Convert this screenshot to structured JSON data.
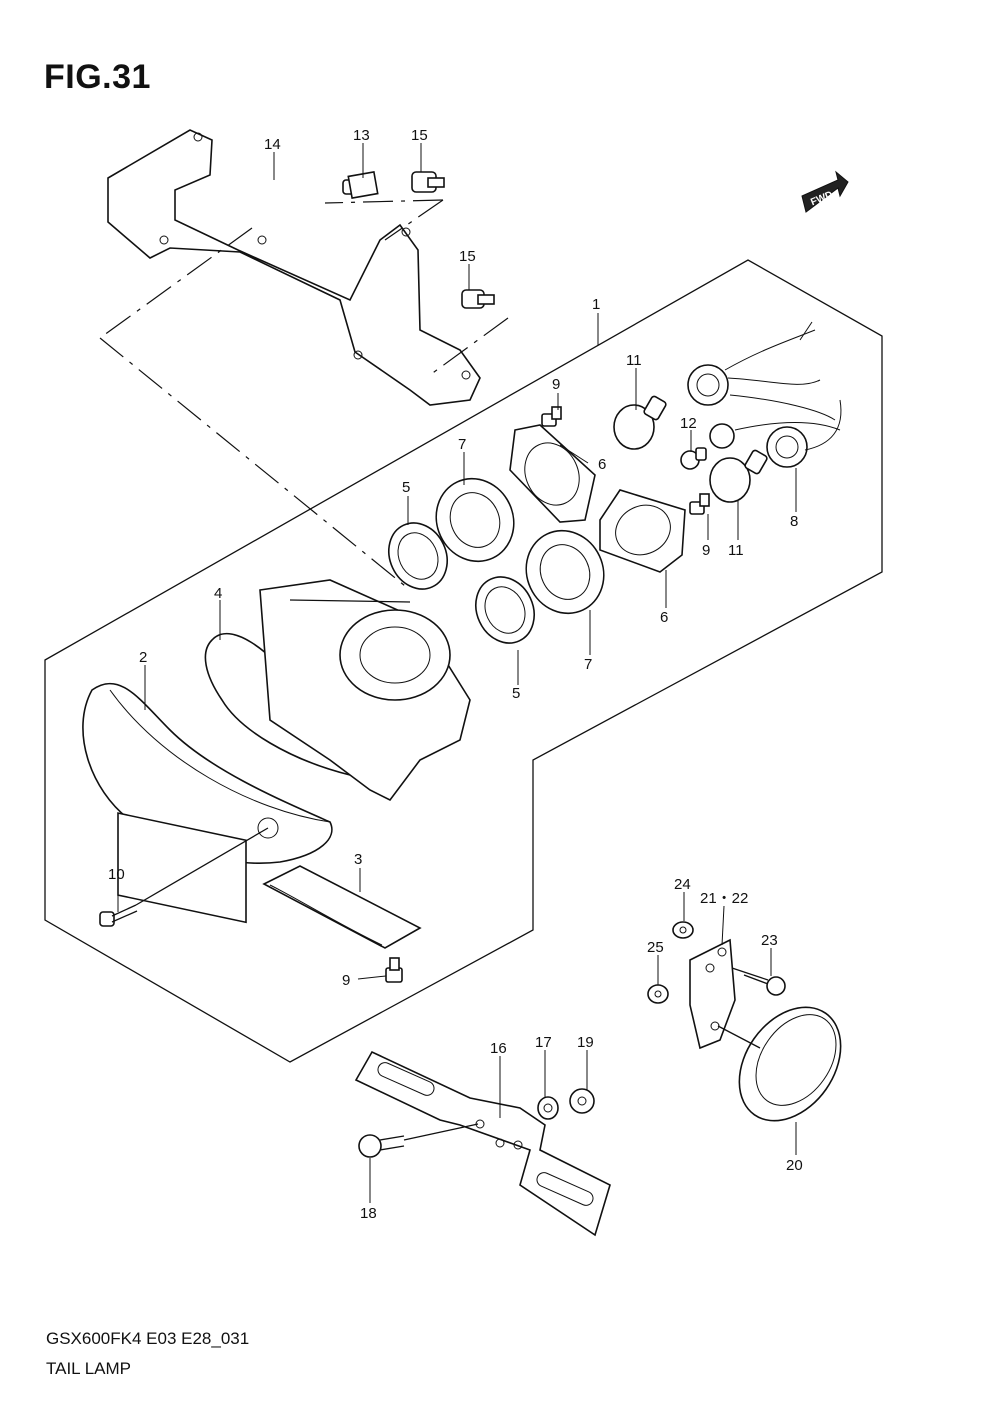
{
  "figure": {
    "title": "FIG.31",
    "fwd_label": "FWD"
  },
  "footer": {
    "model_code": "GSX600FK4 E03 E28_031",
    "section_name": "TAIL LAMP"
  },
  "callouts": {
    "c1": "1",
    "c2": "2",
    "c3": "3",
    "c4": "4",
    "c5a": "5",
    "c5b": "5",
    "c6a": "6",
    "c6b": "6",
    "c7a": "7",
    "c7b": "7",
    "c8": "8",
    "c9a": "9",
    "c9b": "9",
    "c9c": "9",
    "c10": "10",
    "c11a": "11",
    "c11b": "11",
    "c12": "12",
    "c13": "13",
    "c14": "14",
    "c15a": "15",
    "c15b": "15",
    "c16": "16",
    "c17": "17",
    "c18": "18",
    "c19": "19",
    "c20": "20",
    "c21_22": "21・22",
    "c23": "23",
    "c24": "24",
    "c25": "25"
  }
}
